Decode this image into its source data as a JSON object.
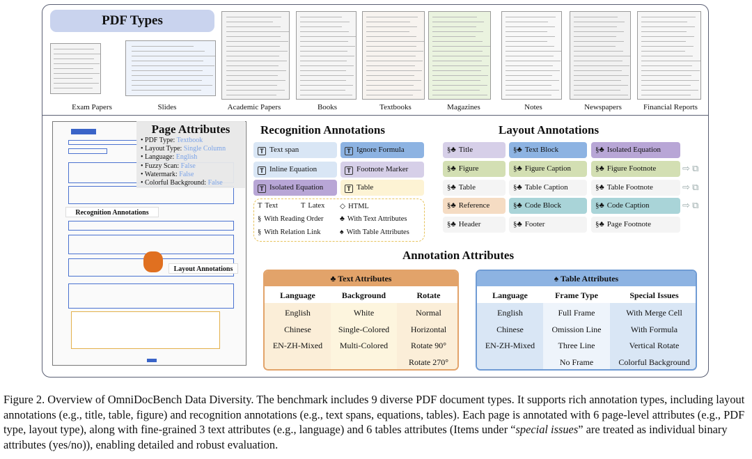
{
  "pdf_types": {
    "title": "PDF Types",
    "items": [
      "Exam Papers",
      "Slides",
      "Academic Papers",
      "Books",
      "Textbooks",
      "Magazines",
      "Notes",
      "Newspapers",
      "Financial Reports"
    ]
  },
  "page_attributes": {
    "title": "Page Attributes",
    "rows": [
      {
        "key": "PDF Type:",
        "value": "Textbook"
      },
      {
        "key": "Layout Type:",
        "value": "Single Column"
      },
      {
        "key": "Language:",
        "value": "English"
      },
      {
        "key": "Fuzzy Scan:",
        "value": "False"
      },
      {
        "key": "Watermark:",
        "value": "False"
      },
      {
        "key": "Colorful Background:",
        "value": "False"
      }
    ],
    "doc_recognition_label": "Recognition Annotations",
    "doc_layout_label": "Layout Annotations"
  },
  "recognition_annotations": {
    "title": "Recognition Annotations",
    "tags": [
      "Text span",
      "Ignore Formula",
      "Inline Equation",
      "Footnote Marker",
      "Isolated Equation",
      "Table"
    ],
    "legend": [
      "Text",
      "Latex",
      "HTML",
      "With Reading Order",
      "With Text Attributes",
      "With Relation Link",
      "With Table Attributes"
    ]
  },
  "layout_annotations": {
    "title": "Layout Annotations",
    "tags": [
      "Title",
      "Text Block",
      "Isolated Equation",
      "Figure",
      "Figure Caption",
      "Figure Footnote",
      "Table",
      "Table Caption",
      "Table Footnote",
      "Reference",
      "Code Block",
      "Code Caption",
      "Header",
      "Footer",
      "Page Footnote"
    ]
  },
  "annotation_attributes": {
    "title": "Annotation Attributes",
    "text": {
      "title": "Text Attributes",
      "columns": [
        {
          "header": "Language",
          "values": [
            "English",
            "Chinese",
            "EN-ZH-Mixed"
          ]
        },
        {
          "header": "Background",
          "values": [
            "White",
            "Single-Colored",
            "Multi-Colored"
          ]
        },
        {
          "header": "Rotate",
          "values": [
            "Normal",
            "Horizontal",
            "Rotate 90°",
            "Rotate 270°"
          ]
        }
      ]
    },
    "table": {
      "title": "Table Attributes",
      "columns": [
        {
          "header": "Language",
          "values": [
            "English",
            "Chinese",
            "EN-ZH-Mixed"
          ]
        },
        {
          "header": "Frame Type",
          "values": [
            "Full Frame",
            "Omission Line",
            "Three Line",
            "No Frame"
          ]
        },
        {
          "header": "Special Issues",
          "values": [
            "With Merge Cell",
            "With Formula",
            "Vertical Rotate",
            "Colorful Background"
          ]
        }
      ]
    }
  },
  "colors": {
    "blue": "#d9e6f5",
    "blue_dark": "#8db3e2",
    "purple": "#d6cfe8",
    "purple_dark": "#b8a6d6",
    "green": "#d3dfb3",
    "teal": "#a9d4d8",
    "orange": "#f5dcc3",
    "orange_dark": "#e2a36a",
    "yellow": "#fdf3d4"
  },
  "caption": {
    "label": "Figure 2.",
    "text": " Overview of OmniDocBench Data Diversity. The benchmark includes 9 diverse PDF document types. It supports rich annotation types, including layout annotations (e.g., title, table, figure) and recognition annotations (e.g., text spans, equations, tables). Each page is annotated with 6 page-level attributes (e.g., PDF type, layout type), along with fine-grained 3 text attributes (e.g., language) and 6 tables attributes (Items under “",
    "emph": "special issues",
    "text_end": "” are treated as individual binary attributes (yes/no)), enabling detailed and robust evaluation."
  }
}
